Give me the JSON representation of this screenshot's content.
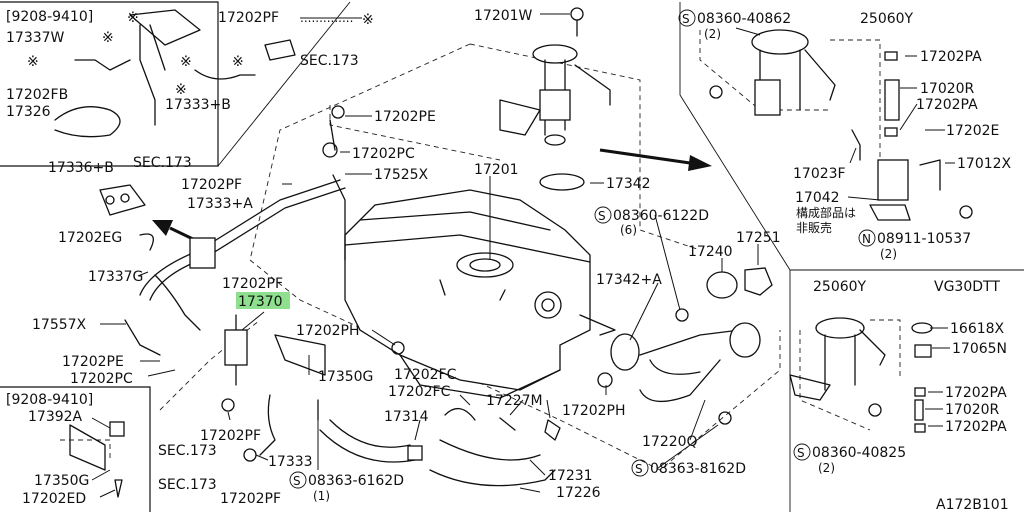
{
  "labels": {
    "range_a": "[9208-9410]",
    "range_b": "[9208-9410]",
    "p17202pf_a": "17202PF",
    "dots_mark": "..............",
    "p17337w": "17337W",
    "p17202fb": "17202FB",
    "p17326": "17326",
    "p17333b": "17333+B",
    "p17336b": "17336+B",
    "sec173_a": "SEC.173",
    "sec173_b": "SEC.173",
    "sec173_c": "SEC.173",
    "sec173_d": "SEC.173",
    "p17201w": "17201W",
    "p17202pe_a": "17202PE",
    "p17202pc_a": "17202PC",
    "p17202pf_b": "17202PF",
    "p17525x": "17525X",
    "p17333a": "17333+A",
    "p17201": "17201",
    "p17342": "17342",
    "p17202eg": "17202EG",
    "p17337g": "17337G",
    "p17202pf_c": "17202PF",
    "p17370": "17370",
    "p17557x": "17557X",
    "p17202pe_b": "17202PE",
    "p17202pc_b": "17202PC",
    "p17202ph_a": "17202PH",
    "p17350g_a": "17350G",
    "p17202fc_a": "17202FC",
    "p17202fc_b": "17202FC",
    "p17227m": "17227M",
    "p17202ph_b": "17202PH",
    "p17314": "17314",
    "p17202pf_d": "17202PF",
    "p17333": "17333",
    "p17202pf_e": "17202PF",
    "s08363_6162d": "08363-6162D",
    "qty_1": "(1)",
    "p17231": "17231",
    "p17226": "17226",
    "p17220q": "17220Q",
    "s08363_8162d": "08363-8162D",
    "p17342a": "17342+A",
    "s08360_6122d": "08360-6122D",
    "qty_6": "(6)",
    "p17240": "17240",
    "p17251": "17251",
    "s08360_40862": "08360-40862",
    "p25060y_a": "25060Y",
    "qty_2a": "(2)",
    "p17202pa_a": "17202PA",
    "p17020r_a": "17020R",
    "p17202pa_b": "17202PA",
    "p17202e": "17202E",
    "p17023f": "17023F",
    "p17012x": "17012X",
    "p17042": "17042",
    "note_line1": "構成部品は",
    "note_line2": "非販売",
    "n08911_10537": "08911-10537",
    "qty_2b": "(2)",
    "p25060y_b": "25060Y",
    "vg30dtt": "VG30DTT",
    "p16618x": "16618X",
    "p17065n": "17065N",
    "p17202pa_c": "17202PA",
    "p17020r_b": "17020R",
    "p17202pa_d": "17202PA",
    "s08360_40825": "08360-40825",
    "qty_2c": "(2)",
    "p17392a": "17392A",
    "p17350g_b": "17350G",
    "p17202ed": "17202ED",
    "diagram_id": "A172B101",
    "s_mark": "S",
    "n_mark": "N",
    "star": "※"
  },
  "colors": {
    "line": "#111111",
    "highlight": "#8ee08e",
    "background": "#ffffff"
  }
}
